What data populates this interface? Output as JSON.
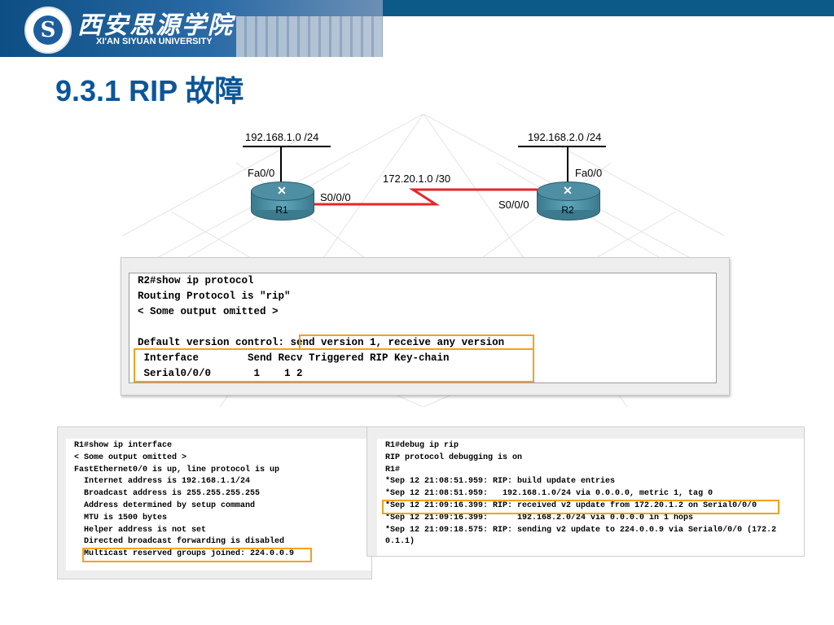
{
  "header": {
    "logo_glyph": "S",
    "university_cn": "西安思源学院",
    "university_en": "XI'AN SIYUAN UNIVERSITY",
    "title": "9.3.1 RIP 故障"
  },
  "topology": {
    "lan1": "192.168.1.0 /24",
    "lan2": "192.168.2.0 /24",
    "wan": "172.20.1.0 /30",
    "r1_fa": "Fa0/0",
    "r2_fa": "Fa0/0",
    "r1_serial": "S0/0/0",
    "r2_serial": "S0/0/0",
    "r1": "R1",
    "r2": "R2",
    "link_color": "#e8252a"
  },
  "show_ip_protocol": {
    "lines": [
      "R2#show ip protocol",
      "Routing Protocol is \"rip\"",
      "< Some output omitted >",
      "",
      "Default version control: send version 1, receive any version",
      " Interface        Send Recv Triggered RIP Key-chain",
      " Serial0/0/0       1    1 2"
    ],
    "highlight_color": "#f4a11e"
  },
  "show_ip_interface": {
    "lines": [
      "R1#show ip interface",
      "< Some output omitted >",
      "FastEthernet0/0 is up, line protocol is up",
      "  Internet address is 192.168.1.1/24",
      "  Broadcast address is 255.255.255.255",
      "  Address determined by setup command",
      "  MTU is 1500 bytes",
      "  Helper address is not set",
      "  Directed broadcast forwarding is disabled",
      "  Multicast reserved groups joined: 224.0.0.9"
    ]
  },
  "debug_ip_rip": {
    "lines": [
      "R1#debug ip rip",
      "RIP protocol debugging is on",
      "R1#",
      "*Sep 12 21:08:51.959: RIP: build update entries",
      "*Sep 12 21:08:51.959:   192.168.1.0/24 via 0.0.0.0, metric 1, tag 0",
      "*Sep 12 21:09:16.399: RIP: received v2 update from 172.20.1.2 on Serial0/0/0",
      "*Sep 12 21:09:16.399:      192.168.2.0/24 via 0.0.0.0 in 1 hops",
      "*Sep 12 21:09:18.575: RIP: sending v2 update to 224.0.0.9 via Serial0/0/0 (172.2",
      "0.1.1)"
    ]
  }
}
